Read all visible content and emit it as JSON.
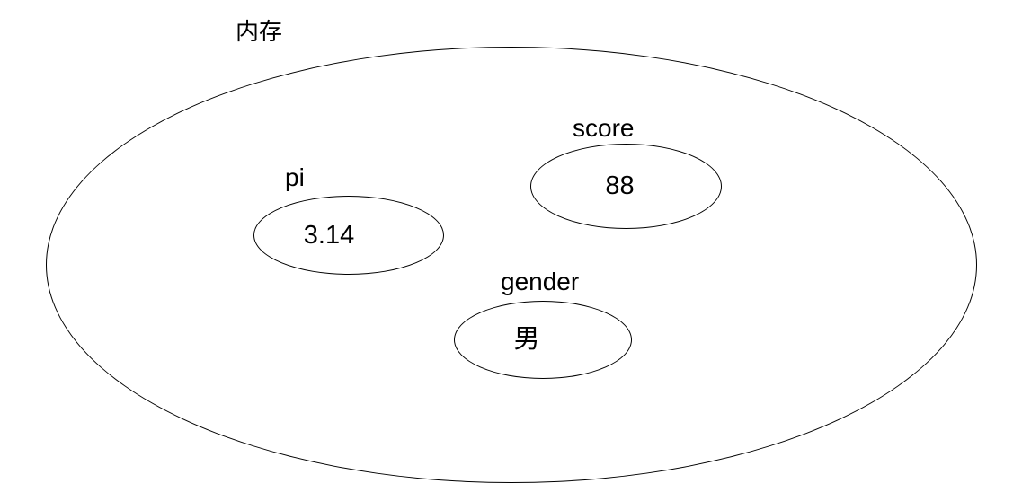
{
  "diagram": {
    "title": "内存",
    "stroke_color": "#000000",
    "background_color": "#ffffff",
    "text_color": "#000000",
    "variables": [
      {
        "name": "pi",
        "value": "3.14"
      },
      {
        "name": "score",
        "value": "88"
      },
      {
        "name": "gender",
        "value": "男"
      }
    ]
  }
}
